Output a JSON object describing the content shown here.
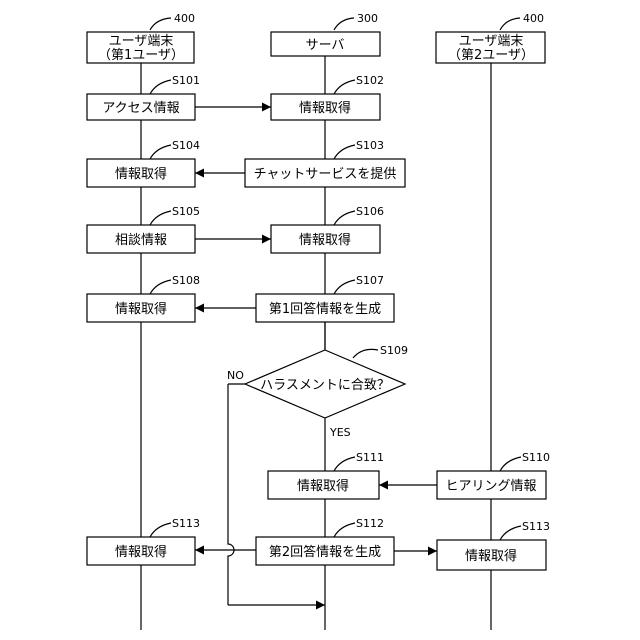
{
  "refs": {
    "user1": "400",
    "server": "300",
    "user2": "400"
  },
  "headers": {
    "user1_line1": "ユーザ端末",
    "user1_line2": "（第1ユーザ）",
    "server": "サーバ",
    "user2_line1": "ユーザ端末",
    "user2_line2": "（第2ユーザ）"
  },
  "steps": {
    "s101": {
      "id": "S101",
      "label": "アクセス情報"
    },
    "s102": {
      "id": "S102",
      "label": "情報取得"
    },
    "s103": {
      "id": "S103",
      "label": "チャットサービスを提供"
    },
    "s104": {
      "id": "S104",
      "label": "情報取得"
    },
    "s105": {
      "id": "S105",
      "label": "相談情報"
    },
    "s106": {
      "id": "S106",
      "label": "情報取得"
    },
    "s107": {
      "id": "S107",
      "label": "第1回答情報を生成"
    },
    "s108": {
      "id": "S108",
      "label": "情報取得"
    },
    "s109": {
      "id": "S109",
      "label": "ハラスメントに合致？"
    },
    "s110": {
      "id": "S110",
      "label": "ヒアリング情報"
    },
    "s111": {
      "id": "S111",
      "label": "情報取得"
    },
    "s112": {
      "id": "S112",
      "label": "第2回答情報を生成"
    },
    "s113a": {
      "id": "S113",
      "label": "情報取得"
    },
    "s113b": {
      "id": "S113",
      "label": "情報取得"
    }
  },
  "branch": {
    "no": "NO",
    "yes": "YES"
  }
}
